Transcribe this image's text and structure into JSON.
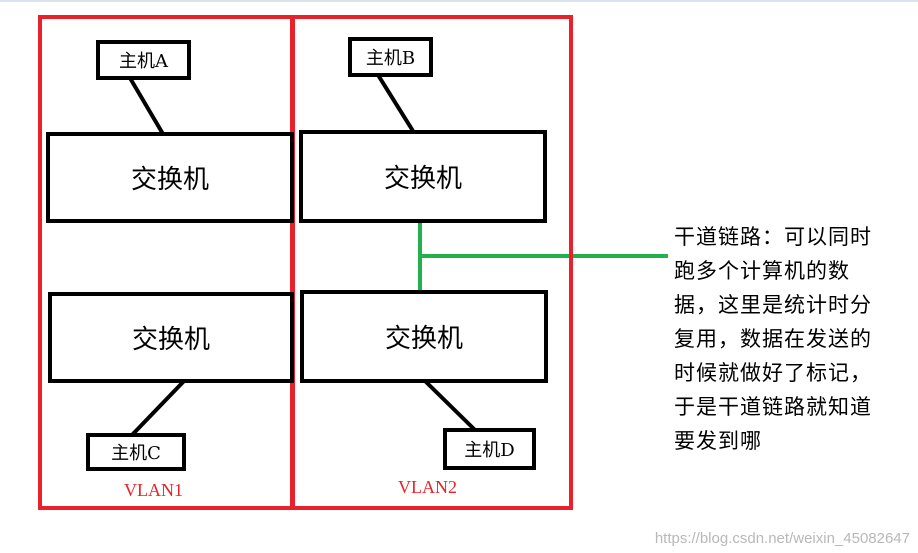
{
  "vlans": [
    {
      "label": "VLAN1"
    },
    {
      "label": "VLAN2"
    }
  ],
  "switches": [
    {
      "label": "交换机"
    },
    {
      "label": "交换机"
    },
    {
      "label": "交换机"
    },
    {
      "label": "交换机"
    }
  ],
  "hosts": [
    {
      "label": "主机A"
    },
    {
      "label": "主机B"
    },
    {
      "label": "主机C"
    },
    {
      "label": "主机D"
    }
  ],
  "note": {
    "lines": [
      "干道链路：可以同时",
      "跑多个计算机的数",
      "据，这里是统计时分",
      "复用，数据在发送的",
      "时候就做好了标记，",
      "于是干道链路就知道",
      "要发到哪"
    ]
  },
  "watermark": "https://blog.csdn.net/weixin_45082647",
  "colors": {
    "vlan_border": "#e8212a",
    "trunk_link": "#22b14c",
    "outline": "#000000"
  }
}
